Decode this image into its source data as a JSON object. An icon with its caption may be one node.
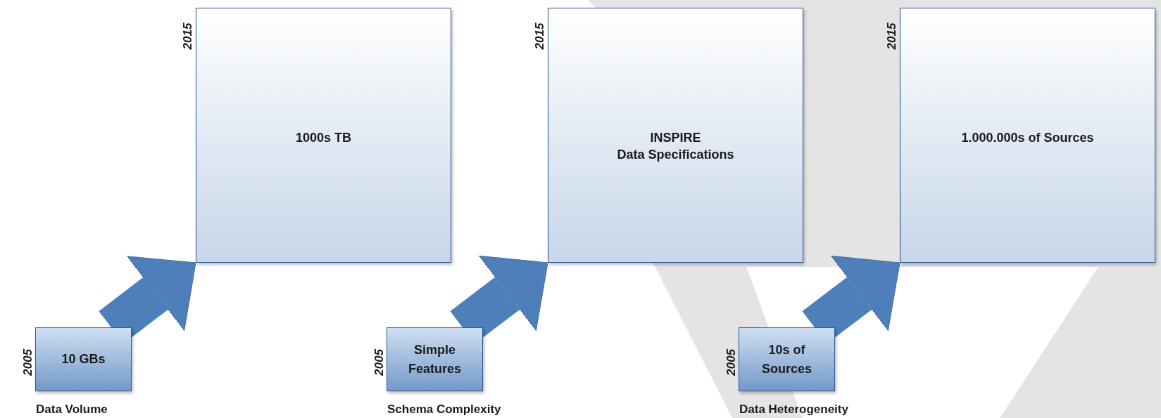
{
  "diagram": {
    "nodes": [
      {
        "text": [
          "1000s TB"
        ],
        "beside": [
          "2015"
        ]
      },
      {
        "text": [
          "INSPIRE",
          "Data Specifications"
        ],
        "beside": [
          "2015"
        ]
      },
      {
        "text": [
          "1.000.000s of Sources"
        ],
        "beside": [
          "2015"
        ]
      },
      {
        "text": [
          "10 GBs"
        ],
        "beside": [
          "2005",
          "Data Volume"
        ]
      },
      {
        "text": [
          "Simple Features"
        ],
        "beside": [
          "2005",
          "Schema Complexity"
        ]
      },
      {
        "text": [
          "10s of Sources"
        ],
        "beside": [
          "2005",
          "Data Heterogeneity"
        ]
      }
    ],
    "edges": [
      {
        "from": 3,
        "to": 0,
        "arrow": "to"
      },
      {
        "from": 4,
        "to": 1,
        "arrow": "to"
      },
      {
        "from": 5,
        "to": 2,
        "arrow": "to"
      }
    ]
  }
}
